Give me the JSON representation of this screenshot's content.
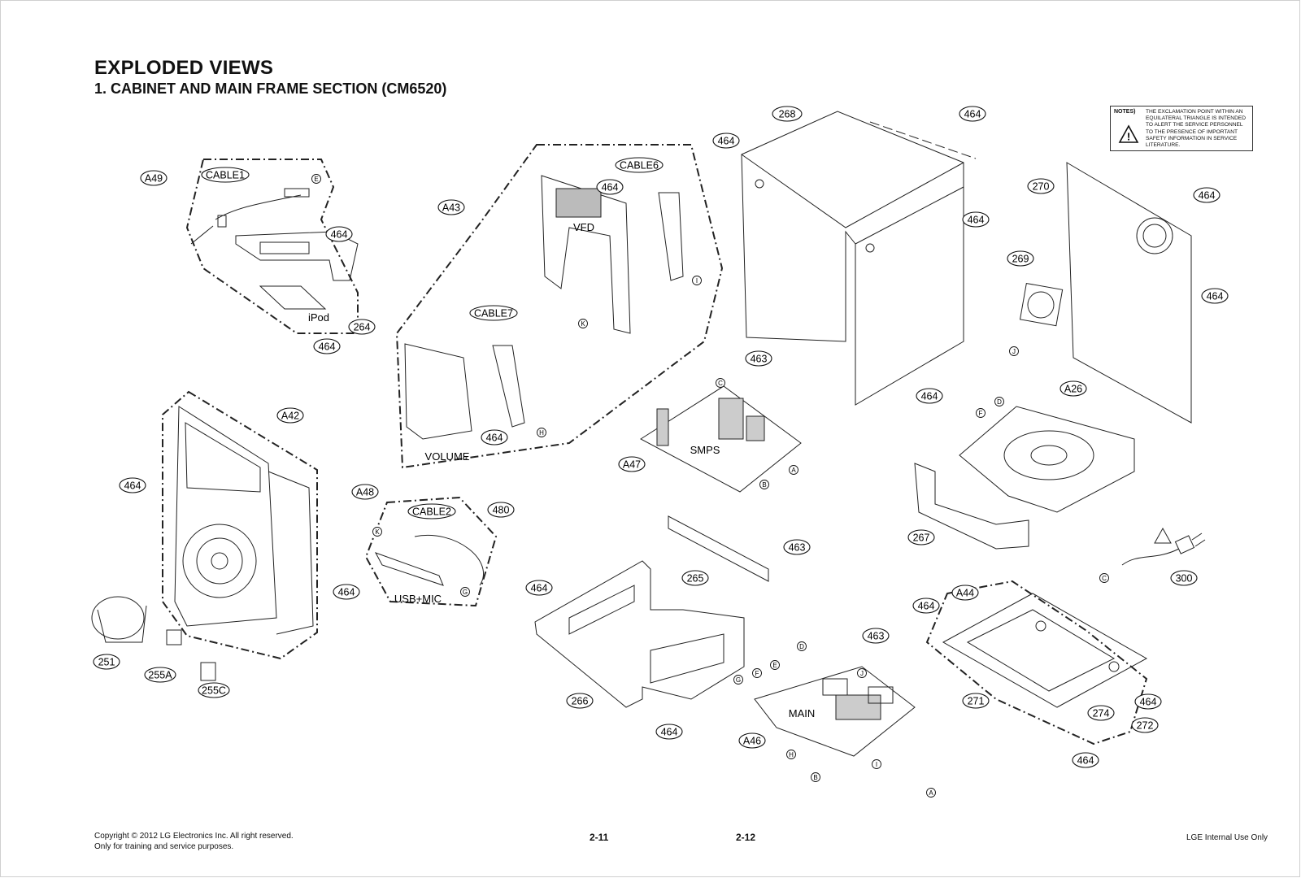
{
  "header": {
    "title": "EXPLODED VIEWS",
    "subtitle": "1. CABINET AND MAIN FRAME SECTION (CM6520)"
  },
  "notes": {
    "label": "NOTES)",
    "text": "THE EXCLAMATION POINT WITHIN AN EQUILATERAL TRIANGLE IS INTENDED TO ALERT THE SERVICE PERSONNEL TO THE PRESENCE OF IMPORTANT SAFETY INFORMATION IN SERVICE LITERATURE."
  },
  "part_labels": [
    "268",
    "464",
    "270",
    "269",
    "A26",
    "267",
    "300",
    "A44",
    "271",
    "274",
    "272",
    "463",
    "A47",
    "265",
    "266",
    "A46",
    "A49",
    "CABLE1",
    "264",
    "A43",
    "CABLE6",
    "CABLE7",
    "A42",
    "251",
    "255A",
    "255C",
    "A48",
    "CABLE2",
    "480"
  ],
  "board_texts": [
    "iPod",
    "VFD",
    "VOLUME",
    "SMPS",
    "USB+MIC",
    "MAIN"
  ],
  "connector_letters": [
    "A",
    "B",
    "C",
    "D",
    "E",
    "F",
    "G",
    "H",
    "I",
    "J",
    "K"
  ],
  "footer": {
    "copyright_line1": "Copyright © 2012 LG Electronics Inc. All right reserved.",
    "copyright_line2": "Only for training and service purposes.",
    "page_left": "2-11",
    "page_right": "2-12",
    "internal_use": "LGE Internal Use Only"
  }
}
